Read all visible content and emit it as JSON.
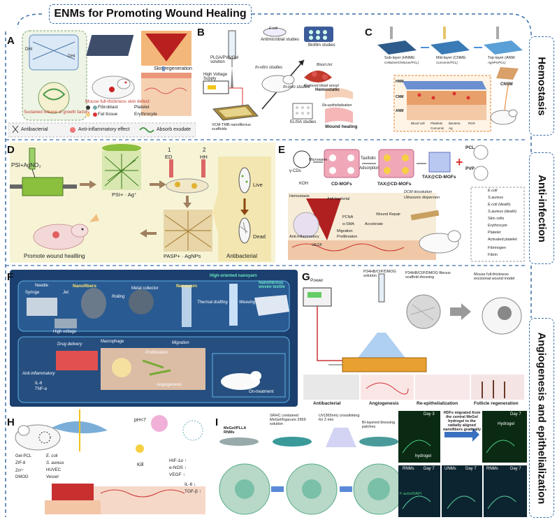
{
  "title": "ENMs for Promoting Wound Healing",
  "side_labels": {
    "hemostasis": "Hemostasis",
    "anti_infection": "Anti-infection",
    "angiogenesis": "Angiogenesis and epithelialization"
  },
  "panel_letters": [
    "A",
    "B",
    "C",
    "D",
    "E",
    "F",
    "G",
    "H",
    "I"
  ],
  "panelA": {
    "sustained": "Sustained release of growth factors",
    "mouse": "Mouse full-thickness skin defect",
    "skin_regen": "Skin regeneration",
    "dhi1": "DHI",
    "dhi2": "DHI",
    "legend": [
      "Fibroblast",
      "Platelet",
      "Fat tissue",
      "Erythrocyte"
    ],
    "bottom": [
      "Antibacterial",
      "Anti-inflammatory effect",
      "Absorb exudate"
    ]
  },
  "panelB": {
    "solution": "PLGA/PVA/Gel solution",
    "hv": "High Voltage Supply",
    "scaffold": "VCM-TMB nanofibrous scaffolds",
    "in_vitro": "In-vitro studies",
    "in_vivo": "In-vivo studies",
    "antimicrobial": "Antimicrobial studies",
    "biofilm": "Biofilm studies",
    "ecoli": "E.coli",
    "hemostatic": "Hemostatic",
    "ruptured": "Ruptured blood vessel",
    "blood_clot": "Blood clot",
    "reepi": "Re-epithelialization",
    "elisa": "ELISA studies",
    "wound": "Wound healing"
  },
  "panelC": {
    "sub": "Sub-layer (HNME:",
    "sub2": "Cellulose/Chitosan/PCL)",
    "mid": "Mid-layer (CNME:",
    "mid2": "Curcumin/PCL)",
    "top": "Top-layer (ANM:",
    "top2": "AgNPs/PCL)",
    "cnsm": "CNSM",
    "hnm": "HNM",
    "cnm": "CNM",
    "anm": "ANM",
    "legend": [
      "Blood cell",
      "Platelets",
      "Bacteria",
      "ROS",
      "Curcumin",
      "Ag"
    ]
  },
  "panelD": {
    "psi": "PSI+AgNO₃",
    "psi_ag": "PSI+ · Ag⁺",
    "ed": "ED",
    "hh": "HH",
    "one": "1",
    "two": "2",
    "paspagnps": "PASP+ · AgNPs",
    "live": "Live",
    "dead": "Dead",
    "promote": "Promote wound heallling",
    "antibacterial": "Antibacterial"
  },
  "panelE": {
    "gamma": "γ-CDs",
    "koh": "KOH",
    "microwave": "Microwave",
    "cdmofs": "CD-MOFs",
    "taxifolin": "Taxifolin",
    "adsorption": "Adsorption",
    "tax": "TAX@CD-MOFs",
    "tax2": "TAX@CD-MOFs",
    "pcl": "PCL",
    "pvp": "PVP",
    "dcm": "DCM dissolution",
    "ultra": "Ultrasonic dispersion",
    "hemostasis": "Hemostasis",
    "antibacterial": "Anti-bacterial",
    "pcna": "PCNA",
    "asma": "α-SMA",
    "migration": "Migration",
    "proliferation": "Proliferation",
    "accelerate": "Accelerate",
    "wound_repair": "Wound Repair",
    "anti_inflam": "Anti-inflammatory",
    "vegf": "VEGF",
    "legend": [
      "E.coli",
      "S.aureus",
      "E.coli (death)",
      "S.aureus (death)",
      "Skin cells",
      "Erythrocyte",
      "Platelet",
      "Activated platelet",
      "Fibrinogen",
      "Fibrin"
    ]
  },
  "panelF": {
    "needle": "Needle",
    "syringe": "Syringe",
    "jet": "Jet",
    "hv": "High voltage",
    "nanofibers": "Nanofibers",
    "rolling": "Rolling",
    "collector": "Metal collector",
    "nanoyarn": "Nanoyarn",
    "thermal": "Thermal drafting",
    "high_oriented": "High-oriented nanoyarn",
    "weaving": "Weaving",
    "textile": "Nanofibrous woven textile",
    "drug": "Drug delivery",
    "macrophage": "Macrophage",
    "migration": "Migration",
    "proliferation": "Proliferation",
    "angiogenesis": "Angiogenesis",
    "anti_inflam": "Anti-inflammatory",
    "il6": "IL-6",
    "tnf": "TNF-α",
    "on_treatment": "On-treatment"
  },
  "panelG": {
    "power": "Power",
    "solution": "P34HB/CIP/DMOG solution",
    "dressing": "P34HB/CIP/DMOG fibrous scaffold dressing",
    "model": "Mouse full-thickness excisional wound model",
    "labels": [
      "Antibacterial",
      "Angiogenesis",
      "Re-epithelialization",
      "Follicle regeneration"
    ]
  },
  "panelH": {
    "ph": "pH<7",
    "kill": "Kill",
    "factors": [
      "HIF-1α ↑",
      "e-NOS ↑",
      "VEGF ↑"
    ],
    "il": [
      "IL-6 ↓",
      "TGF-β ↑"
    ],
    "legend": [
      "Gel-PCL",
      "E. coli",
      "ZIF-8",
      "S. aureus",
      "Zn²⁺",
      "HUVEC",
      "DMOG",
      "Vessel"
    ]
  },
  "panelI": {
    "rnms": "MeGel/PLLA RNMs",
    "srhc": "SRHC contained MeGel/Irgacure 2959 solution",
    "uv": "UV(365nm) crosslinking for 2 min",
    "bi": "Bi-layered dressing patches",
    "hdfs": "HDFs migrated from the central MeGel hydrogel to the radially aligned nanofibers gradually",
    "day3": "Day 3",
    "day7a": "Day 7",
    "day7b": "Day 7",
    "day7c": "Day 7",
    "day7d": "Day 7",
    "hydrogel1": "hydrogel",
    "hydrogel2": "Hydrogel",
    "rnms_m": "RNMs",
    "unms": "UNMs",
    "rnms2": "RNMs",
    "factin": "F-actin/DAPI"
  }
}
